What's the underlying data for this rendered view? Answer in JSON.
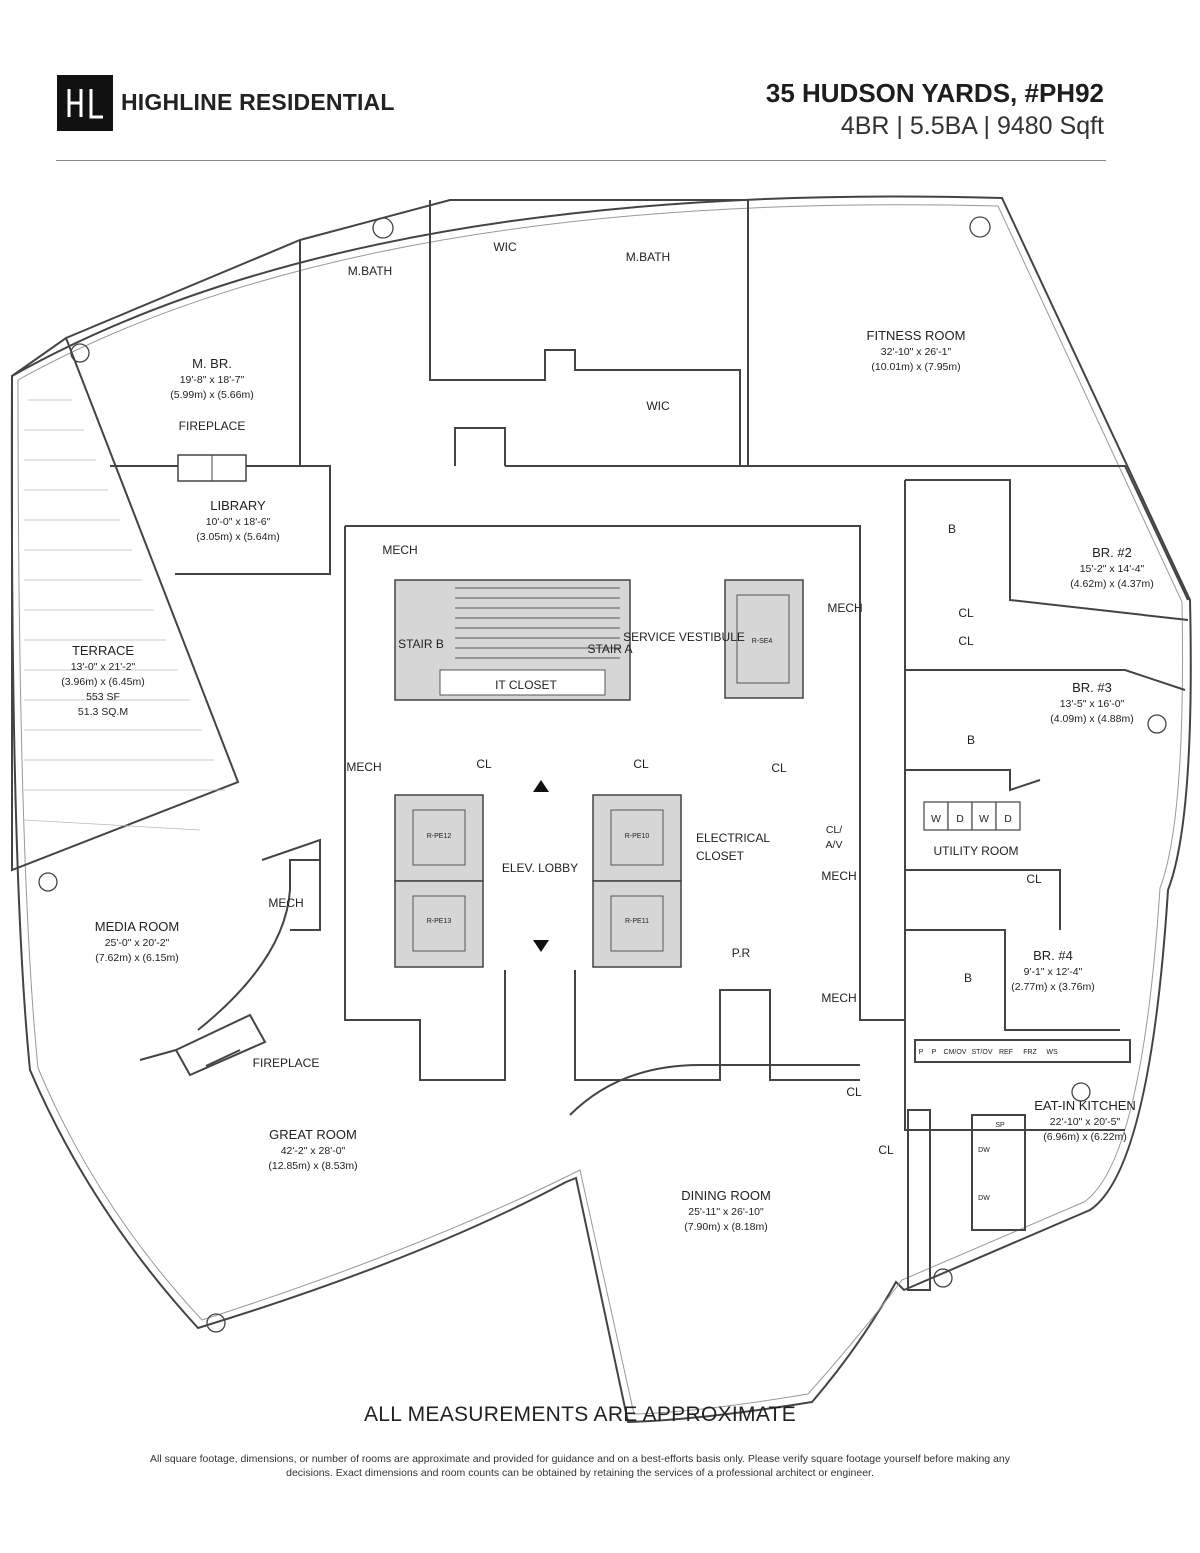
{
  "header": {
    "logo_mark": "HL",
    "brand": "HIGHLINE RESIDENTIAL",
    "address": "35 HUDSON YARDS, #PH92",
    "specs": "4BR | 5.5BA | 9480 Sqft"
  },
  "rooms": {
    "mbath_left": "M.BATH",
    "wic_top": "WIC",
    "mbath_right": "M.BATH",
    "fitness": {
      "name": "FITNESS ROOM",
      "dim_ft": "32'-10\" x 26'-1\"",
      "dim_m": "(10.01m) x (7.95m)"
    },
    "mbr": {
      "name": "M. BR.",
      "dim_ft": "19'-8\" x 18'-7\"",
      "dim_m": "(5.99m) x (5.66m)"
    },
    "wic_mid": "WIC",
    "fireplace_top": "FIREPLACE",
    "library": {
      "name": "LIBRARY",
      "dim_ft": "10'-0\" x 18'-6\"",
      "dim_m": "(3.05m) x (5.64m)"
    },
    "mech_a": "MECH",
    "bath_br2": "B",
    "br2": {
      "name": "BR. #2",
      "dim_ft": "15'-2\" x 14'-4\"",
      "dim_m": "(4.62m) x (4.37m)"
    },
    "mech_b": "MECH",
    "cl_a": "CL",
    "cl_b": "CL",
    "stair_b": "STAIR B",
    "stair_a": "STAIR A",
    "service_vestibule": "SERVICE VESTIBULE",
    "rse4": "R-SE4",
    "terrace": {
      "name": "TERRACE",
      "dim_ft": "13'-0\" x 21'-2\"",
      "dim_m": "(3.96m) x (6.45m)",
      "sf": "553 SF",
      "sqm": "51.3 SQ.M"
    },
    "it_closet": "IT CLOSET",
    "br3": {
      "name": "BR. #3",
      "dim_ft": "13'-5\" x 16'-0\"",
      "dim_m": "(4.09m) x (4.88m)"
    },
    "bath_br3": "B",
    "mech_c": "MECH",
    "cl_c": "CL",
    "cl_d": "CL",
    "cl_e": "CL",
    "rpe12": "R-PE12",
    "rpe10": "R-PE10",
    "rpe13": "R-PE13",
    "rpe11": "R-PE11",
    "elec_line1": "ELECTRICAL",
    "elec_line2": "CLOSET",
    "clav_line1": "CL/",
    "clav_line2": "A/V",
    "elev_lobby": "ELEV. LOBBY",
    "w1": "W",
    "d1": "D",
    "w2": "W",
    "d2": "D",
    "utility": "UTILITY ROOM",
    "cl_f": "CL",
    "mech_d": "MECH",
    "mech_e": "MECH",
    "media": {
      "name": "MEDIA ROOM",
      "dim_ft": "25'-0\" x 20'-2\"",
      "dim_m": "(7.62m) x (6.15m)"
    },
    "pr": "P.R",
    "mech_f": "MECH",
    "bath_br4": "B",
    "br4": {
      "name": "BR. #4",
      "dim_ft": "9'-1\" x 12'-4\"",
      "dim_m": "(2.77m) x (3.76m)"
    },
    "fireplace_bottom": "FIREPLACE",
    "appliances": [
      "P",
      "P",
      "CM/OV",
      "ST/OV",
      "REF",
      "FRZ",
      "WS"
    ],
    "cl_g": "CL",
    "eat_in_kitchen": {
      "name": "EAT-IN KITCHEN",
      "dim_ft": "22'-10\" x 20'-5\"",
      "dim_m": "(6.96m) x (6.22m)"
    },
    "kitchen_island": [
      "SP",
      "DW",
      "DW"
    ],
    "great_room": {
      "name": "GREAT ROOM",
      "dim_ft": "42'-2\" x 28'-0\"",
      "dim_m": "(12.85m) x (8.53m)"
    },
    "cl_h": "CL",
    "dining": {
      "name": "DINING ROOM",
      "dim_ft": "25'-11\" x 26'-10\"",
      "dim_m": "(7.90m) x (8.18m)"
    }
  },
  "footer": {
    "note": "ALL MEASUREMENTS ARE APPROXIMATE",
    "disclaimer_line1": "All square footage, dimensions, or number of rooms are approximate and provided for guidance and on a best-efforts basis only. Please verify square footage yourself before making any",
    "disclaimer_line2": "decisions. Exact dimensions and room counts can be obtained by retaining the services of a professional architect or engineer."
  }
}
